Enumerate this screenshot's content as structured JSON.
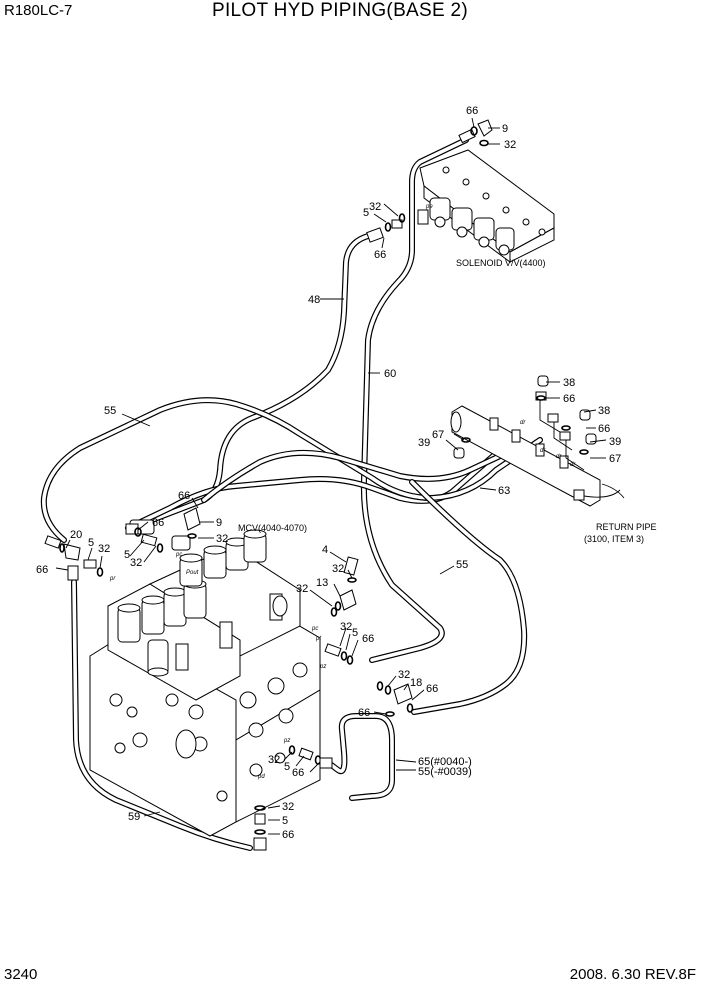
{
  "header": {
    "model": "R180LC-7",
    "title": "PILOT HYD PIPING(BASE 2)"
  },
  "footer": {
    "page": "3240",
    "revision": "2008. 6.30  REV.8F"
  },
  "annotations": {
    "solenoid": "SOLENOID V/V(4400)",
    "mcv": "MCV(4040-4070)",
    "return_pipe_1": "RETURN PIPE",
    "return_pipe_2": "(3100, ITEM 3)",
    "item65": "65(#0040-)",
    "item55b": "55(-#0039)"
  },
  "callouts": [
    {
      "id": "c66a",
      "text": "66"
    },
    {
      "id": "c9a",
      "text": "9"
    },
    {
      "id": "c32a",
      "text": "32"
    },
    {
      "id": "c5a",
      "text": "5"
    },
    {
      "id": "c32b",
      "text": "32"
    },
    {
      "id": "c66b",
      "text": "66"
    },
    {
      "id": "c48",
      "text": "48"
    },
    {
      "id": "c60",
      "text": "60"
    },
    {
      "id": "c55a",
      "text": "55"
    },
    {
      "id": "c38a",
      "text": "38"
    },
    {
      "id": "c66c",
      "text": "66"
    },
    {
      "id": "c38b",
      "text": "38"
    },
    {
      "id": "c66d",
      "text": "66"
    },
    {
      "id": "c39a",
      "text": "39"
    },
    {
      "id": "c67a",
      "text": "67"
    },
    {
      "id": "c39b",
      "text": "39"
    },
    {
      "id": "c67b",
      "text": "67"
    },
    {
      "id": "c63",
      "text": "63"
    },
    {
      "id": "c66e",
      "text": "66"
    },
    {
      "id": "c9b",
      "text": "9"
    },
    {
      "id": "c32c",
      "text": "32"
    },
    {
      "id": "c20",
      "text": "20"
    },
    {
      "id": "c5b",
      "text": "5"
    },
    {
      "id": "c32d",
      "text": "32"
    },
    {
      "id": "c66f",
      "text": "66"
    },
    {
      "id": "c66g",
      "text": "66"
    },
    {
      "id": "c5c",
      "text": "5"
    },
    {
      "id": "c32e",
      "text": "32"
    },
    {
      "id": "c4",
      "text": "4"
    },
    {
      "id": "c32f",
      "text": "32"
    },
    {
      "id": "c13",
      "text": "13"
    },
    {
      "id": "c32g",
      "text": "32"
    },
    {
      "id": "c55b",
      "text": "55"
    },
    {
      "id": "c32h",
      "text": "32"
    },
    {
      "id": "c5d",
      "text": "5"
    },
    {
      "id": "c66h",
      "text": "66"
    },
    {
      "id": "c32i",
      "text": "32"
    },
    {
      "id": "c18",
      "text": "18"
    },
    {
      "id": "c66i",
      "text": "66"
    },
    {
      "id": "c66j",
      "text": "66"
    },
    {
      "id": "c32j",
      "text": "32"
    },
    {
      "id": "c5e",
      "text": "5"
    },
    {
      "id": "c66k",
      "text": "66"
    },
    {
      "id": "c59",
      "text": "59"
    },
    {
      "id": "c32k",
      "text": "32"
    },
    {
      "id": "c5f",
      "text": "5"
    },
    {
      "id": "c66l",
      "text": "66"
    }
  ]
}
